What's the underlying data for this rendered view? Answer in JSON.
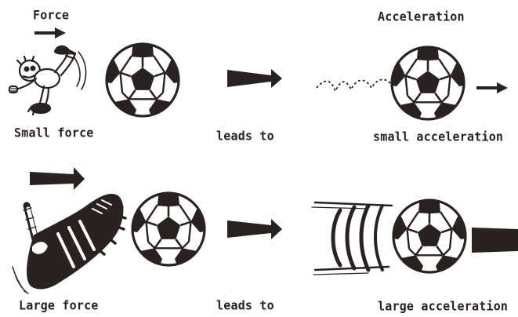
{
  "labels": {
    "force": "Force",
    "acceleration": "Acceleration",
    "small_force": "Small force",
    "leads_to": "leads to",
    "small_acceleration": "small acceleration",
    "large_force": "Large force",
    "large_acceleration": "large acceleration"
  },
  "colors": {
    "ink": "#2a2220",
    "paper": "#ffffff"
  },
  "icons": [
    "force-arrow-icon",
    "cartoon-kicker-icon",
    "soccer-ball-icon",
    "leads-to-arrow-icon",
    "bounce-trail-icon",
    "boot-icon",
    "motion-lines-icon"
  ]
}
